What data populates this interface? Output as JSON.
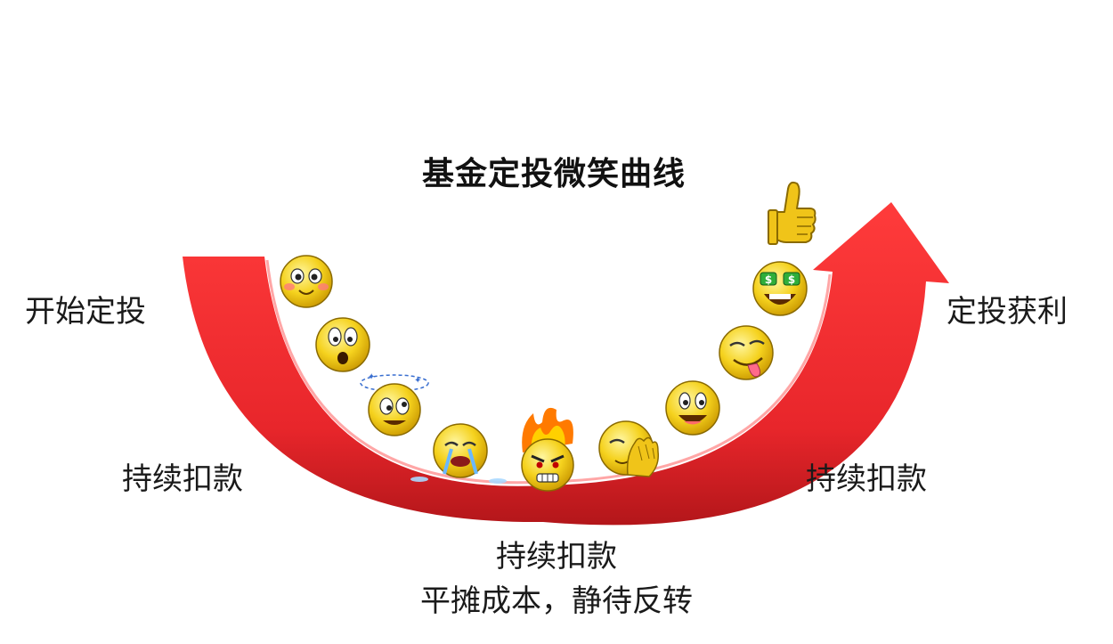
{
  "diagram": {
    "title": "基金定投微笑曲线",
    "labels": {
      "start": "开始定投",
      "profit": "定投获利",
      "keep_left": "持续扣款",
      "keep_right": "持续扣款",
      "keep_bottom": "持续扣款",
      "avg_cost": "平摊成本，静待反转"
    },
    "colors": {
      "curve": "#e8262b",
      "curve_shadow": "#9e1418",
      "emoji_face": "#f5d21e",
      "emoji_outline": "#7a5a00",
      "text": "#1a1a1a"
    },
    "emojis": [
      "blushing-smile",
      "surprised",
      "dizzy",
      "crying",
      "angry-on-fire",
      "facepalm",
      "happy-smile",
      "tongue-out",
      "money-eyes",
      "thumbs-up"
    ]
  }
}
